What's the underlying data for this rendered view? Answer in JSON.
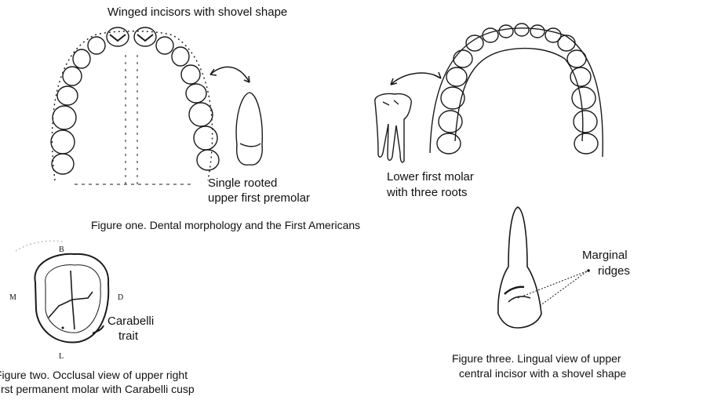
{
  "figure_one": {
    "title_label": "Winged incisors with shovel shape",
    "premolar_label": [
      "Single rooted",
      "upper first premolar"
    ],
    "molar_label": [
      "Lower first molar",
      "with three roots"
    ],
    "caption": "Figure one. Dental morphology and the First Americans"
  },
  "figure_two": {
    "compass": {
      "b": "B",
      "m": "M",
      "d": "D",
      "l": "L"
    },
    "trait_label": [
      "Carabelli",
      "trait"
    ],
    "caption": [
      "Figure two.  Occlusal view of upper right",
      "first permanent molar with Carabelli cusp"
    ]
  },
  "figure_three": {
    "ridges_label": [
      "Marginal",
      "ridges"
    ],
    "caption": [
      "Figure three.  Lingual view of upper",
      "central incisor with a shovel shape"
    ]
  }
}
